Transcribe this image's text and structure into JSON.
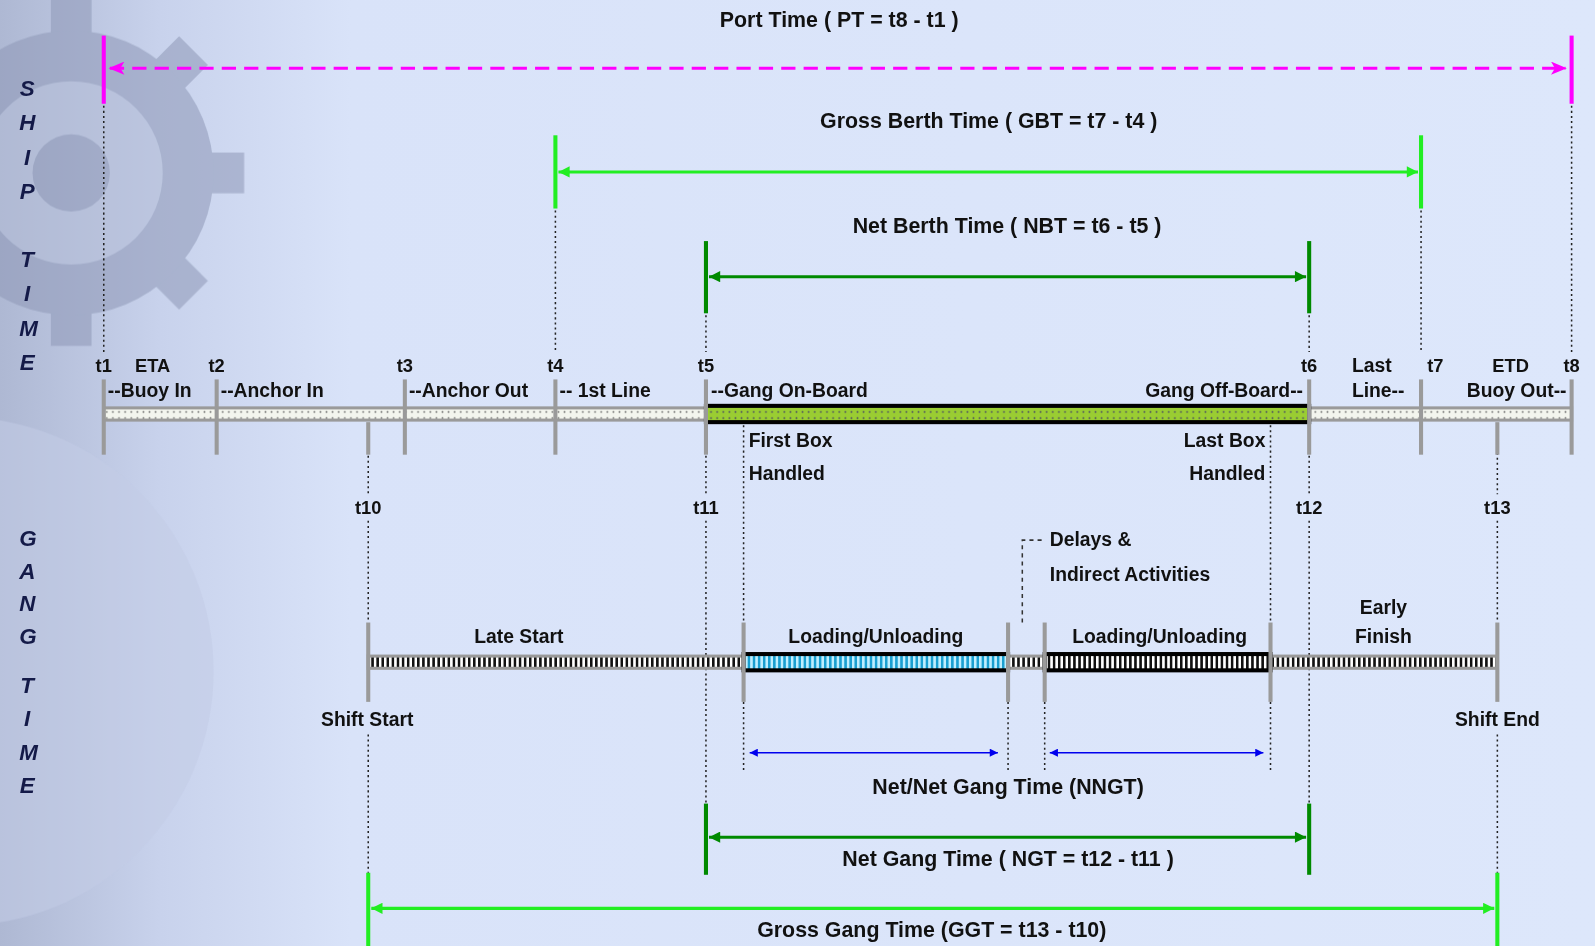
{
  "diagram": {
    "labels": [
      "Port Time ( PT = t8 - t1 )",
      "SHIP",
      "TIME",
      "Gross Berth Time ( GBT = t7 - t4 )",
      "Net Berth Time ( NBT = t6 - t5 )",
      "t1",
      "ETA",
      "t2",
      "t3",
      "t4",
      "t5",
      "t6",
      "Last Line--",
      "t7",
      "ETD",
      "t8",
      "--Buoy In",
      "--Anchor In",
      "--Anchor Out",
      "-- 1st Line",
      "--Gang On-Board",
      "Gang Off-Board--",
      "Buoy Out--",
      "First Box Handled",
      "Last Box Handled",
      "t10",
      "t11",
      "t12",
      "t13",
      "GANG",
      "TIME",
      "Delays & Indirect Activities",
      "Late Start",
      "Loading/Unloading",
      "Loading/Unloading",
      "Early Finish",
      "Shift Start",
      "Shift End",
      "Net/Net Gang Time (NNGT)",
      "Net Gang Time ( NGT = t12 - t11 )",
      "Gross Gang Time (GGT = t13 - t10)"
    ]
  }
}
